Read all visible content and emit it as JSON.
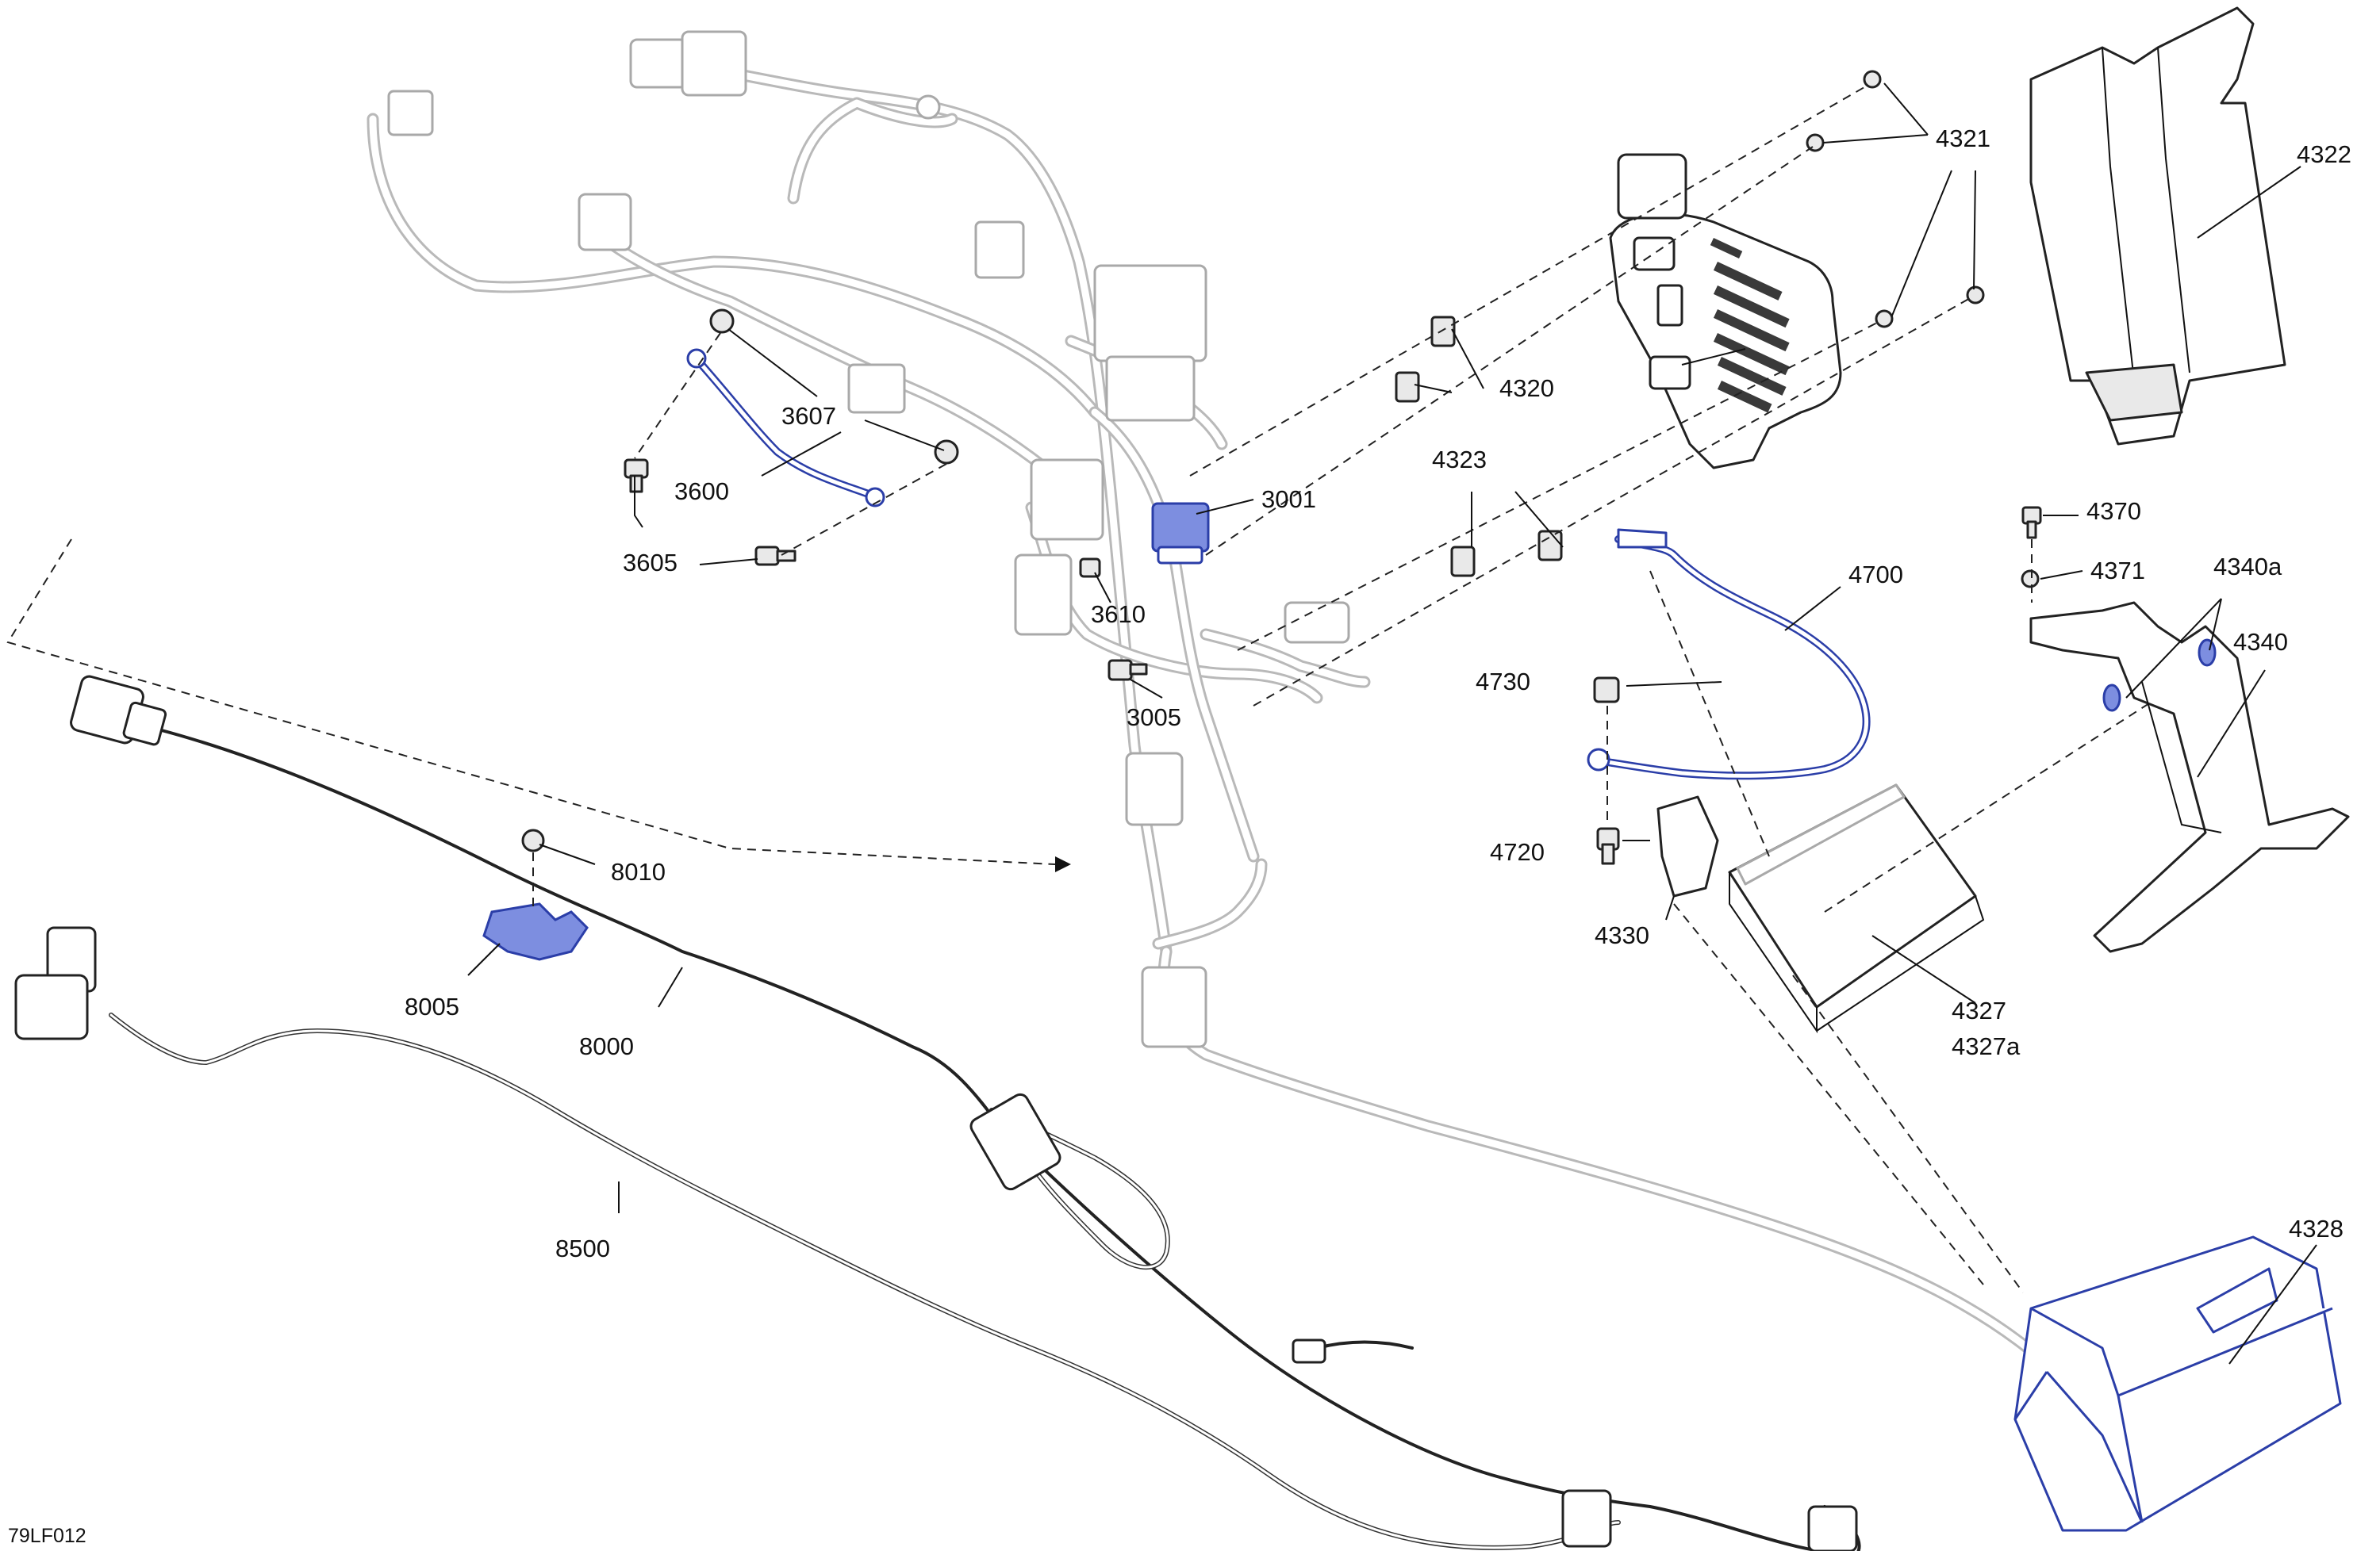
{
  "diagram": {
    "code": "79LF012",
    "accent_color": "#2b3ea8",
    "callouts": [
      {
        "id": "3600",
        "text": "3600"
      },
      {
        "id": "3605",
        "text": "3605"
      },
      {
        "id": "3607",
        "text": "3607"
      },
      {
        "id": "3610",
        "text": "3610"
      },
      {
        "id": "3001",
        "text": "3001"
      },
      {
        "id": "3005",
        "text": "3005"
      },
      {
        "id": "4320",
        "text": "4320"
      },
      {
        "id": "4321",
        "text": "4321"
      },
      {
        "id": "4322",
        "text": "4322"
      },
      {
        "id": "4323",
        "text": "4323"
      },
      {
        "id": "4327",
        "text": "4327"
      },
      {
        "id": "4327a",
        "text": "4327a"
      },
      {
        "id": "4328",
        "text": "4328"
      },
      {
        "id": "4330",
        "text": "4330"
      },
      {
        "id": "4340",
        "text": "4340"
      },
      {
        "id": "4340a",
        "text": "4340a"
      },
      {
        "id": "4370",
        "text": "4370"
      },
      {
        "id": "4371",
        "text": "4371"
      },
      {
        "id": "4700",
        "text": "4700"
      },
      {
        "id": "4720",
        "text": "4720"
      },
      {
        "id": "4730",
        "text": "4730"
      },
      {
        "id": "8000",
        "text": "8000"
      },
      {
        "id": "8005",
        "text": "8005"
      },
      {
        "id": "8010",
        "text": "8010"
      },
      {
        "id": "8500",
        "text": "8500"
      }
    ]
  }
}
